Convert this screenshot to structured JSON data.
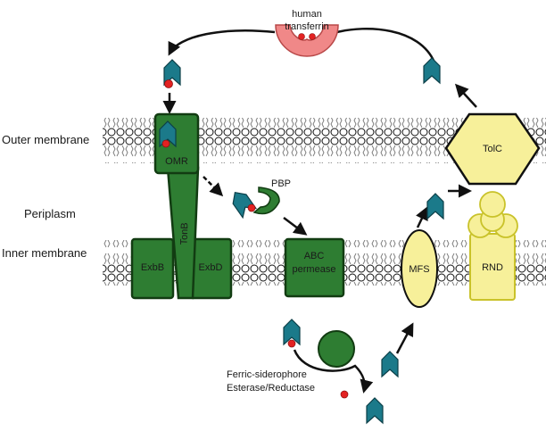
{
  "regions": {
    "outer_membrane": "Outer membrane",
    "periplasm": "Periplasm",
    "inner_membrane": "Inner membrane"
  },
  "proteins": {
    "human_transferrin_line1": "human",
    "human_transferrin_line2": "transferrin",
    "omr": "OMR",
    "tonb": "TonB",
    "exbb": "ExbB",
    "exbd": "ExbD",
    "pbp": "PBP",
    "abc_line1": "ABC",
    "abc_line2": "permease",
    "mfs": "MFS",
    "rnd": "RND",
    "tolc": "TolC"
  },
  "enzyme": {
    "line1": "Ferric-siderophore",
    "line2": "Esterase/Reductase"
  },
  "colors": {
    "green_fill": "#2e7d32",
    "green_dark": "#123c12",
    "yellow_fill": "#f7f09a",
    "yellow_stroke": "#c9c22a",
    "siderophore": "#1b7a8a",
    "iron": "#e32222",
    "transferrin": "#f08888",
    "transferrin_stroke": "#b84848"
  }
}
